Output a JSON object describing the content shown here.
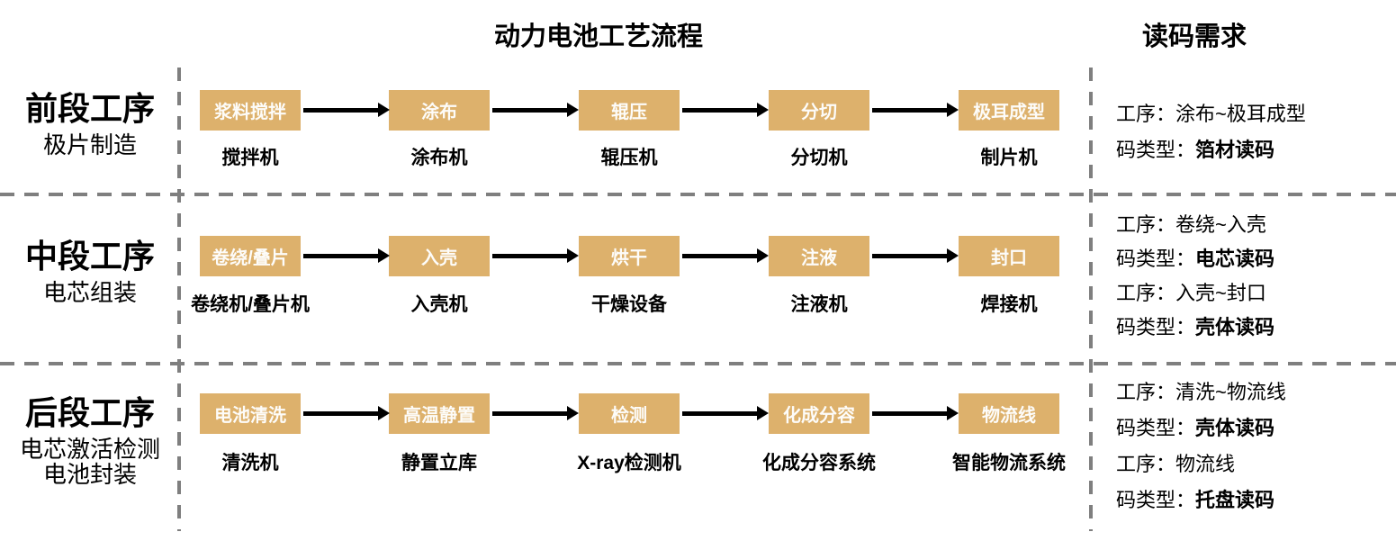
{
  "header": {
    "flow_title": "动力电池工艺流程",
    "requirements_title": "读码需求"
  },
  "colors": {
    "process_box": "#ddb16c",
    "box_text": "#ffffff",
    "arrow": "#000000",
    "divider_dash": "#7f7f7f"
  },
  "sections": [
    {
      "stage_title": "前段工序",
      "subtitle_lines": [
        "极片制造"
      ],
      "steps": [
        {
          "process": "浆料搅拌",
          "equipment": "搅拌机"
        },
        {
          "process": "涂布",
          "equipment": "涂布机"
        },
        {
          "process": "辊压",
          "equipment": "辊压机"
        },
        {
          "process": "分切",
          "equipment": "分切机"
        },
        {
          "process": "极耳成型",
          "equipment": "制片机"
        }
      ],
      "requirements": [
        {
          "label": "工序：",
          "value": "涂布~极耳成型"
        },
        {
          "label": "码类型：",
          "value": "箔材读码"
        }
      ]
    },
    {
      "stage_title": "中段工序",
      "subtitle_lines": [
        "电芯组装"
      ],
      "steps": [
        {
          "process": "卷绕/叠片",
          "equipment": "卷绕机/叠片机"
        },
        {
          "process": "入壳",
          "equipment": "入壳机"
        },
        {
          "process": "烘干",
          "equipment": "干燥设备"
        },
        {
          "process": "注液",
          "equipment": "注液机"
        },
        {
          "process": "封口",
          "equipment": "焊接机"
        }
      ],
      "requirements": [
        {
          "label": "工序：",
          "value": "卷绕~入壳"
        },
        {
          "label": "码类型：",
          "value": "电芯读码"
        },
        {
          "label": "工序：",
          "value": "入壳~封口"
        },
        {
          "label": "码类型：",
          "value": "壳体读码"
        }
      ]
    },
    {
      "stage_title": "后段工序",
      "subtitle_lines": [
        "电芯激活检测",
        "电池封装"
      ],
      "steps": [
        {
          "process": "电池清洗",
          "equipment": "清洗机"
        },
        {
          "process": "高温静置",
          "equipment": "静置立库"
        },
        {
          "process": "检测",
          "equipment": "X-ray检测机"
        },
        {
          "process": "化成分容",
          "equipment": "化成分容系统"
        },
        {
          "process": "物流线",
          "equipment": "智能物流系统"
        }
      ],
      "requirements": [
        {
          "label": "工序：",
          "value": "清洗~物流线"
        },
        {
          "label": "码类型：",
          "value": "壳体读码"
        },
        {
          "label": "工序：",
          "value": "物流线"
        },
        {
          "label": "码类型：",
          "value": "托盘读码"
        }
      ]
    }
  ]
}
